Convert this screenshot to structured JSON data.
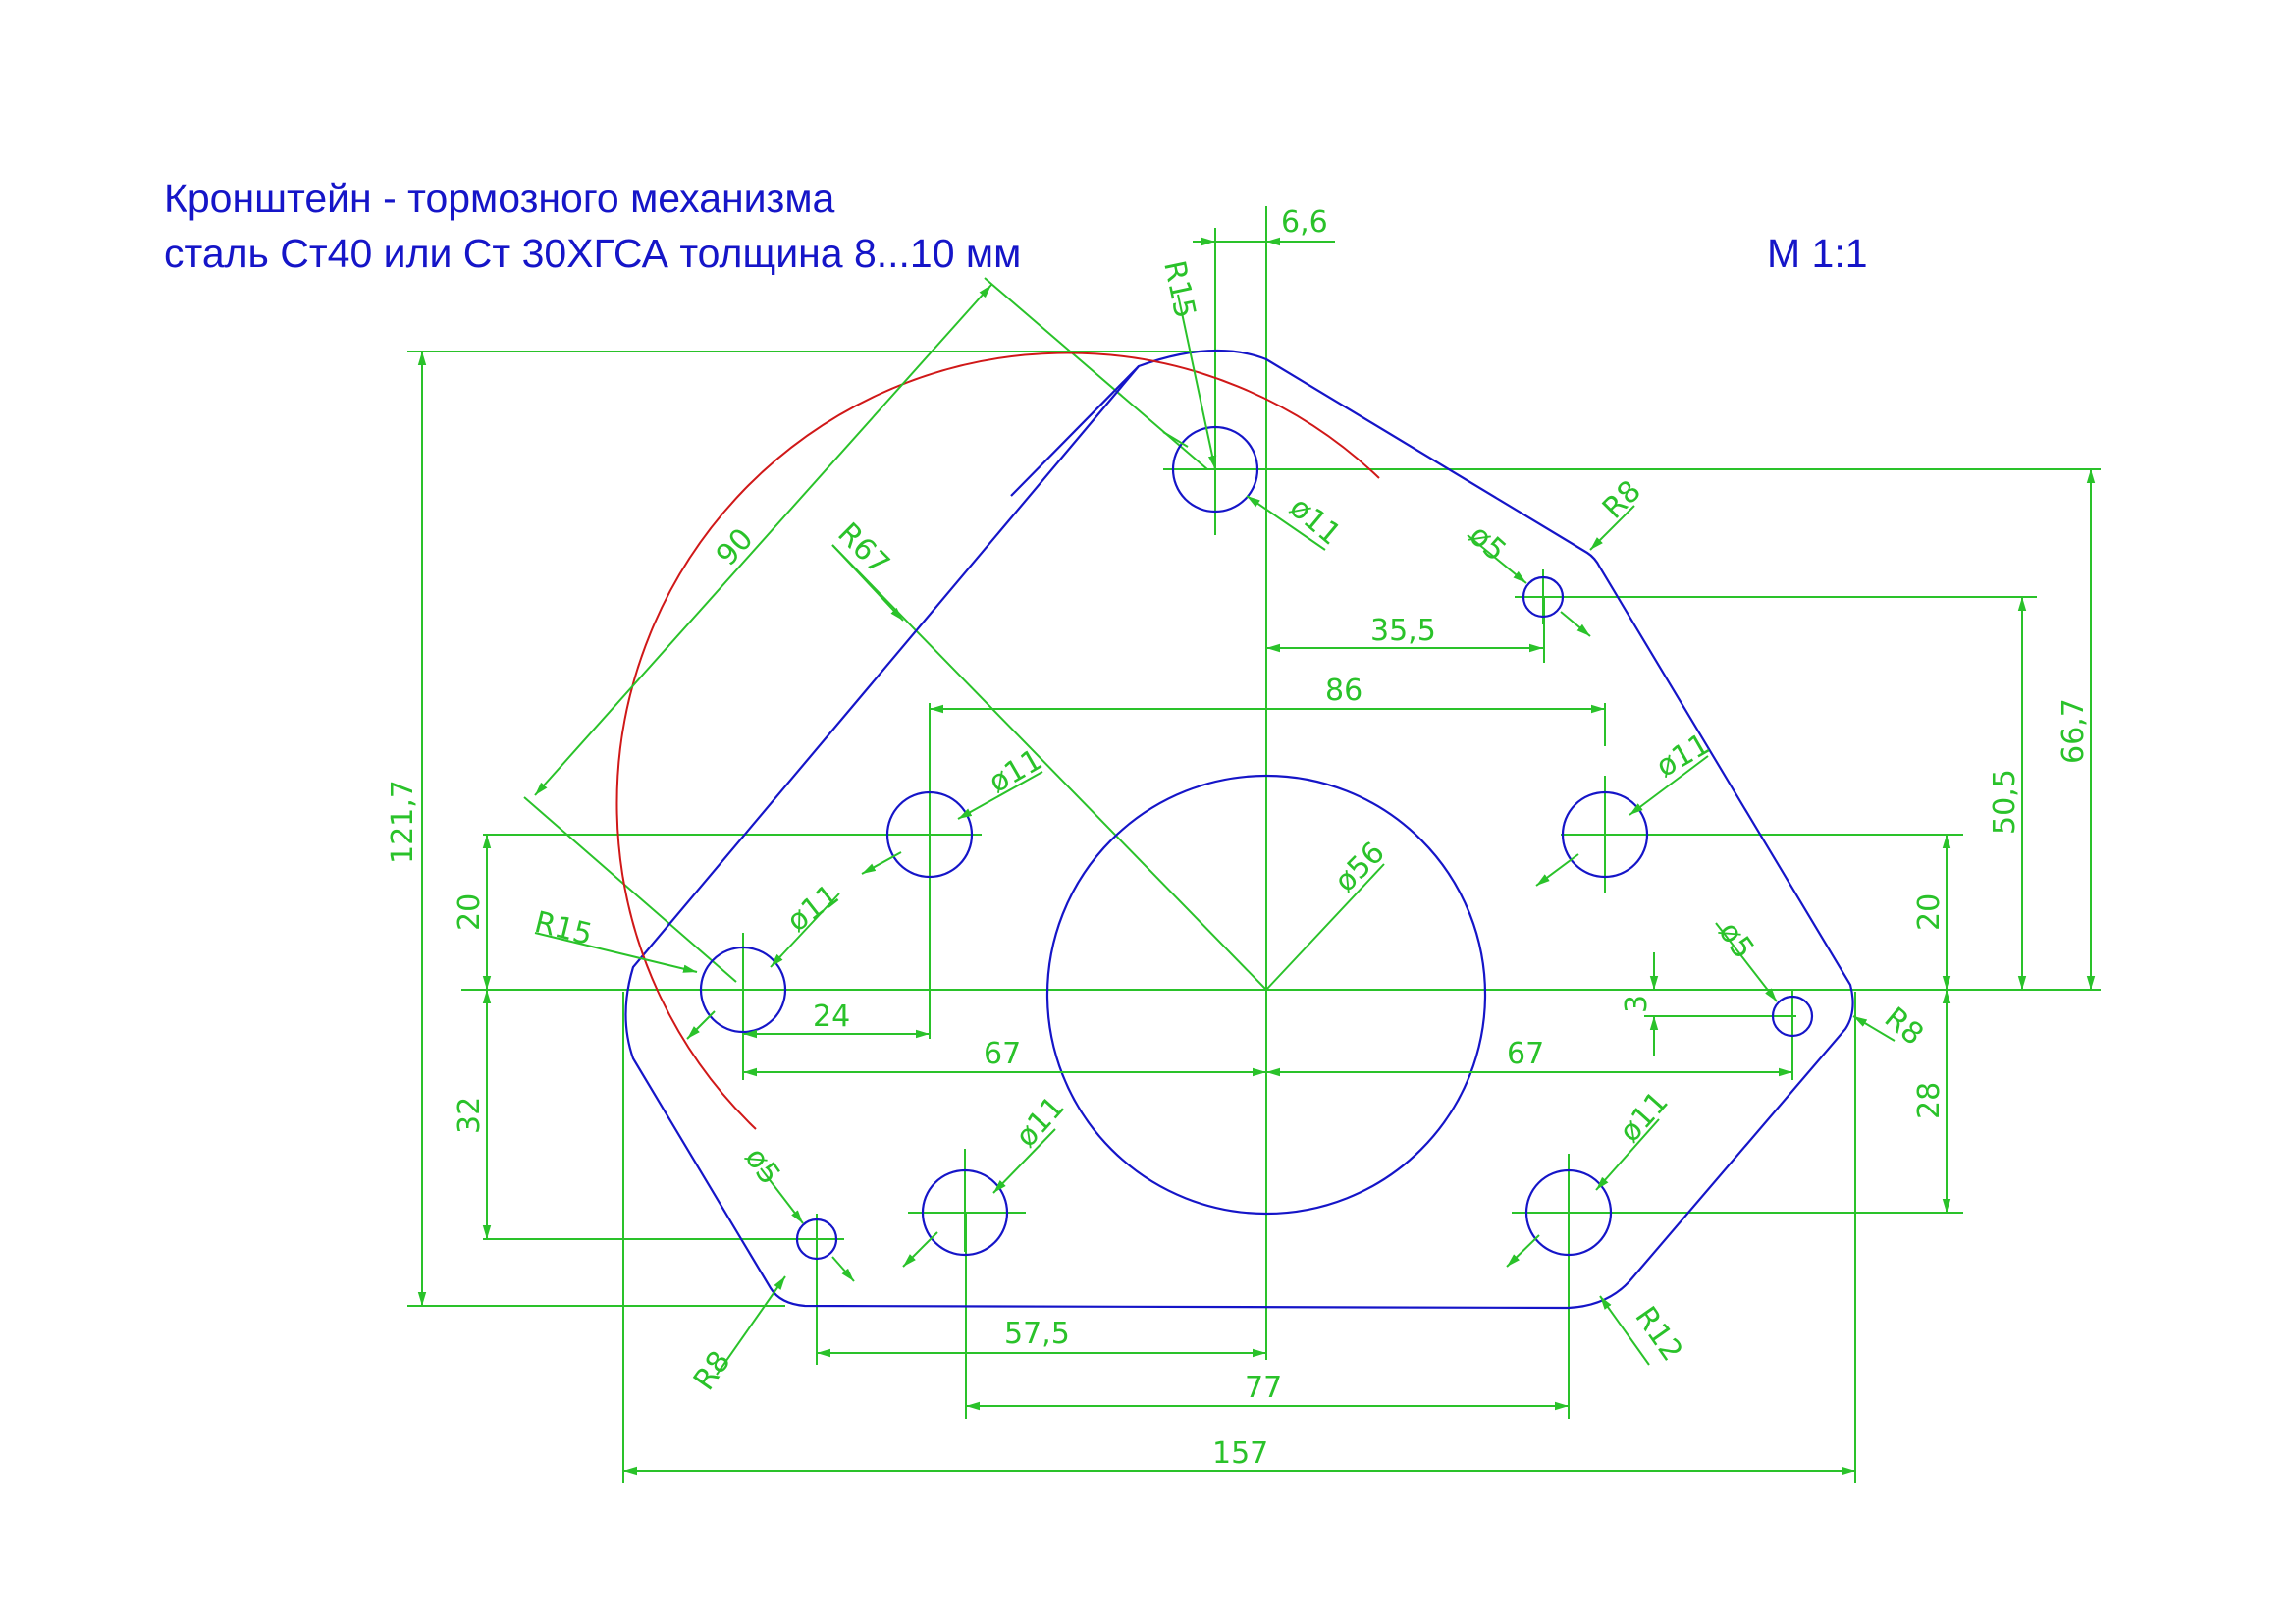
{
  "title": {
    "line1": "Кронштейн - тормозного механизма",
    "line2": "сталь Ст40 или Ст 30ХГСА толщина 8...10 мм",
    "scale": "М 1:1"
  },
  "colors": {
    "outline": "#1515c8",
    "dimension": "#2ac22a",
    "construction_arc": "#d01818",
    "title": "#1515c8"
  },
  "dimensions": {
    "top_offset": "6,6",
    "top_radius": "R15",
    "diag_length": "90",
    "arc_radius": "R67",
    "hole_top": "ø11",
    "small_hole_tr_d": "ø5",
    "corner_tr_r": "R8",
    "offset_35_5": "35,5",
    "span_86": "86",
    "hole_ul": "ø11",
    "hole_ur": "ø11",
    "center_bore": "ø56",
    "height_121_7": "121,7",
    "height_50_5": "50,5",
    "height_66_7": "66,7",
    "left_20": "20",
    "right_20": "20",
    "left_r15": "R15",
    "hole_left": "ø11",
    "small_hole_r_d": "ø5",
    "offset_3": "3",
    "corner_r_r8": "R8",
    "left_24": "24",
    "left_67": "67",
    "right_67": "67",
    "left_32": "32",
    "right_28": "28",
    "small_hole_bl_d": "ø5",
    "hole_ll": "ø11",
    "hole_lr": "ø11",
    "corner_bl_r8": "R8",
    "corner_br_r12": "R12",
    "span_57_5": "57,5",
    "span_77": "77",
    "span_157": "157"
  }
}
